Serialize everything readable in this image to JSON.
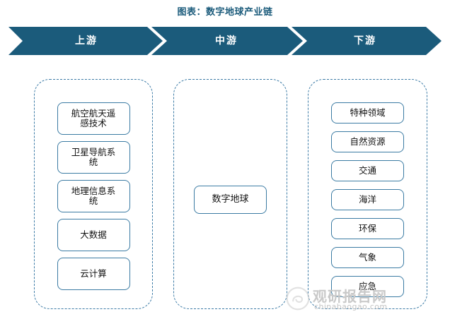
{
  "title": "图表：数字地球产业链",
  "theme": {
    "banner_fill": "#1b5b7b",
    "title_color": "#1b5b7b",
    "node_border": "#3b7ba3",
    "stage_border": "#3c7ba6",
    "watermark_color": "#c9c9c9"
  },
  "banner": {
    "segments": [
      {
        "label": "上游"
      },
      {
        "label": "中游"
      },
      {
        "label": "下游"
      }
    ]
  },
  "stages": [
    {
      "key": "upstream",
      "stage_label": "上游",
      "nodes": [
        {
          "label": "航空航天遥\n感技术"
        },
        {
          "label": "卫星导航系\n统"
        },
        {
          "label": "地理信息系\n统"
        },
        {
          "label": "大数据"
        },
        {
          "label": "云计算"
        }
      ]
    },
    {
      "key": "midstream",
      "stage_label": "中游",
      "nodes": [
        {
          "label": "数字地球"
        }
      ]
    },
    {
      "key": "downstream",
      "stage_label": "下游",
      "nodes": [
        {
          "label": "特种领域"
        },
        {
          "label": "自然资源"
        },
        {
          "label": "交通"
        },
        {
          "label": "海洋"
        },
        {
          "label": "环保"
        },
        {
          "label": "气象"
        },
        {
          "label": "应急"
        }
      ]
    }
  ],
  "watermark": {
    "brand": "观研报告网",
    "url": "chinabaogao.com",
    "logo_icon": "swirl-circle-icon"
  }
}
